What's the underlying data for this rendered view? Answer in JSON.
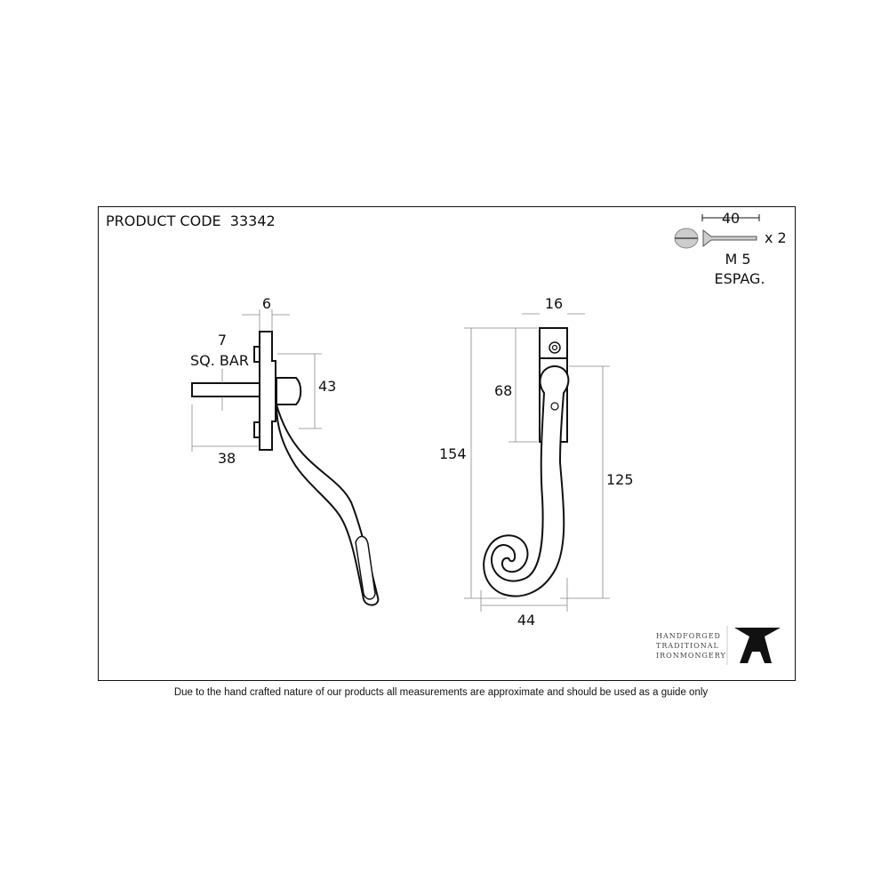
{
  "sheet": {
    "product_code_label": "PRODUCT CODE",
    "product_code": "33342",
    "disclaimer": "Due to the hand crafted nature of our products all measurements are approximate and should be used as a guide only"
  },
  "screw": {
    "length": "40",
    "quantity": "x 2",
    "thread": "M 5",
    "type": "ESPAG."
  },
  "side_view": {
    "plate_thickness": "6",
    "bar_size": "7",
    "bar_label": "SQ. BAR",
    "bar_length": "38",
    "boss_height": "43"
  },
  "front_view": {
    "width_top": "16",
    "overall_height": "154",
    "plate_height": "68",
    "handle_height": "125",
    "curl_width": "44"
  },
  "logo": {
    "line1": "HANDFORGED",
    "line2": "TRADITIONAL",
    "line3": "IRONMONGERY",
    "mark": "A"
  }
}
